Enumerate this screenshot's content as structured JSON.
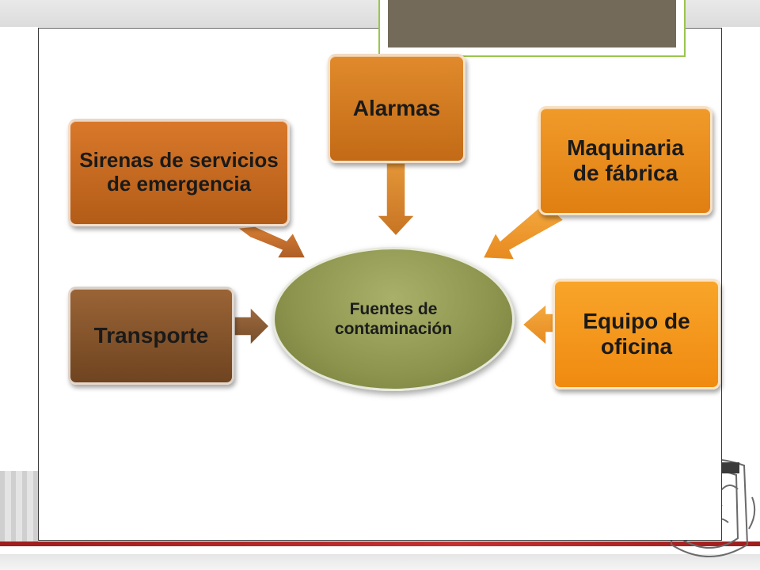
{
  "diagram": {
    "center": {
      "label": "Fuentes de\ncontaminación"
    },
    "nodes": {
      "sirenas": "Sirenas de servicios de emergencia",
      "alarmas": "Alarmas",
      "maquinaria": "Maquinaria\nde fábrica",
      "equipo": "Equipo de\noficina",
      "transporte": "Transporte"
    }
  },
  "colors": {
    "center": "#8c944d",
    "sirenas": "#c46a20",
    "alarmas": "#d17a20",
    "maquinaria": "#e8891a",
    "equipo": "#f49a1c",
    "transporte": "#7f5028",
    "accent_line": "#b22828",
    "title_fill": "#736a5a",
    "title_border": "#9ac54c"
  }
}
